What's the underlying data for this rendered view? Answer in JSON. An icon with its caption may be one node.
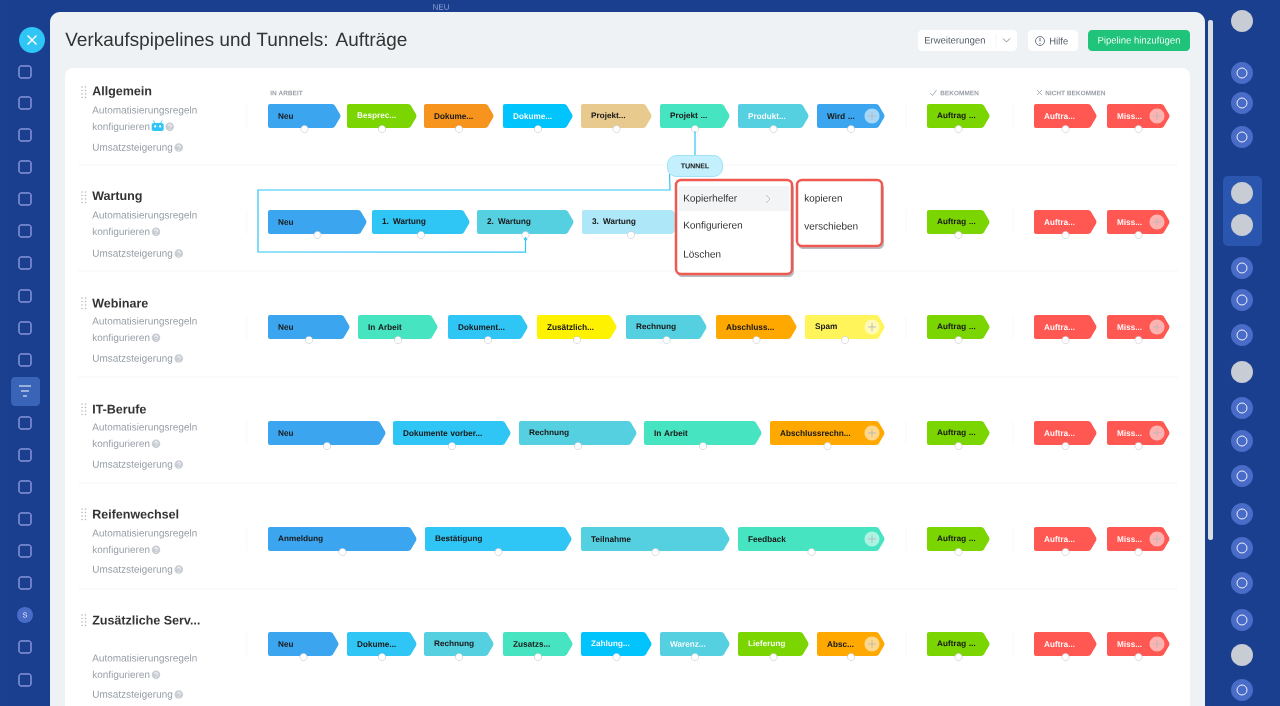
{
  "diagram": {
    "title": "Verkaufspipelines und Tunnels: Aufträge",
    "nodes": [
      {
        "text": [
          "Neu"
        ]
      },
      {
        "text": [
          "Besprec..."
        ]
      },
      {
        "text": [
          "Dokume..."
        ]
      },
      {
        "text": [
          "Dokume..."
        ]
      },
      {
        "text": [
          "Projekt..."
        ]
      },
      {
        "text": [
          "Projekt ..."
        ]
      },
      {
        "text": [
          "Produkt..."
        ]
      },
      {
        "text": [
          "Wird ..."
        ]
      },
      {
        "text": [
          "Auftrag ..."
        ]
      },
      {
        "text": [
          "Auftra..."
        ]
      },
      {
        "text": [
          "Miss..."
        ]
      },
      {
        "text": [
          "Neu"
        ]
      },
      {
        "text": [
          "1. Wartung"
        ]
      },
      {
        "text": [
          "2. Wartung"
        ]
      },
      {
        "text": [
          "3. Wartung"
        ]
      },
      {
        "text": [
          "Auftrag ..."
        ]
      },
      {
        "text": [
          "Auftra..."
        ]
      },
      {
        "text": [
          "Miss..."
        ]
      },
      {
        "text": [
          "Neu"
        ]
      },
      {
        "text": [
          "In Arbeit"
        ]
      },
      {
        "text": [
          "Dokument..."
        ]
      },
      {
        "text": [
          "Zusätzlich..."
        ]
      },
      {
        "text": [
          "Rechnung"
        ]
      },
      {
        "text": [
          "Abschluss..."
        ]
      },
      {
        "text": [
          "Spam"
        ]
      },
      {
        "text": [
          "Auftrag ..."
        ]
      },
      {
        "text": [
          "Auftra..."
        ]
      },
      {
        "text": [
          "Miss..."
        ]
      },
      {
        "text": [
          "Neu"
        ]
      },
      {
        "text": [
          "Dokumente vorber..."
        ]
      },
      {
        "text": [
          "Rechnung"
        ]
      },
      {
        "text": [
          "In Arbeit"
        ]
      },
      {
        "text": [
          "Abschlussrechn..."
        ]
      },
      {
        "text": [
          "Auftrag ..."
        ]
      },
      {
        "text": [
          "Auftra..."
        ]
      },
      {
        "text": [
          "Miss..."
        ]
      },
      {
        "text": [
          "Anmeldung"
        ]
      },
      {
        "text": [
          "Bestätigung"
        ]
      },
      {
        "text": [
          "Teilnahme"
        ]
      },
      {
        "text": [
          "Feedback"
        ]
      },
      {
        "text": [
          "Auftrag ..."
        ]
      },
      {
        "text": [
          "Auftra..."
        ]
      },
      {
        "text": [
          "Miss..."
        ]
      },
      {
        "text": [
          "Neu"
        ]
      },
      {
        "text": [
          "Dokume..."
        ]
      },
      {
        "text": [
          "Rechnung"
        ]
      },
      {
        "text": [
          "Zusatzs..."
        ]
      },
      {
        "text": [
          "Zahlung..."
        ]
      },
      {
        "text": [
          "Warenz..."
        ]
      },
      {
        "text": [
          "Lieferung"
        ]
      },
      {
        "text": [
          "Absc..."
        ]
      },
      {
        "text": [
          "Auftrag ..."
        ]
      },
      {
        "text": [
          "Auftra..."
        ]
      },
      {
        "text": [
          "Miss..."
        ]
      },
      {
        "text": [
          "TUNNEL"
        ]
      },
      {
        "text": [
          "Kopierhelfer",
          "Konfigurieren",
          "Löschen"
        ]
      },
      {
        "text": [
          "kopieren",
          "verschieben"
        ]
      }
    ],
    "edges": [
      {
        "from": 5,
        "to": 54,
        "arrow": "none"
      },
      {
        "from": 54,
        "to": 13,
        "arrow": "to"
      }
    ],
    "labels": [
      "NEU",
      "S",
      "Erweiterungen",
      "Hilfe",
      "Pipeline hinzufügen",
      "IN ARBEIT",
      "BEKOMMEN",
      "NICHT BEKOMMEN",
      "Allgemein",
      "Automatisierungsregeln konfigurieren",
      "Umsatzsteigerung",
      "Wartung",
      "Automatisierungsregeln konfigurieren",
      "Umsatzsteigerung",
      "Webinare",
      "Automatisierungsregeln konfigurieren",
      "Umsatzsteigerung",
      "IT-Berufe",
      "Automatisierungsregeln konfigurieren",
      "Umsatzsteigerung",
      "Reifenwechsel",
      "Automatisierungsregeln konfigurieren",
      "Umsatzsteigerung",
      "Zusätzliche Serv...",
      "Automatisierungsregeln konfigurieren",
      "Umsatzsteigerung"
    ]
  }
}
